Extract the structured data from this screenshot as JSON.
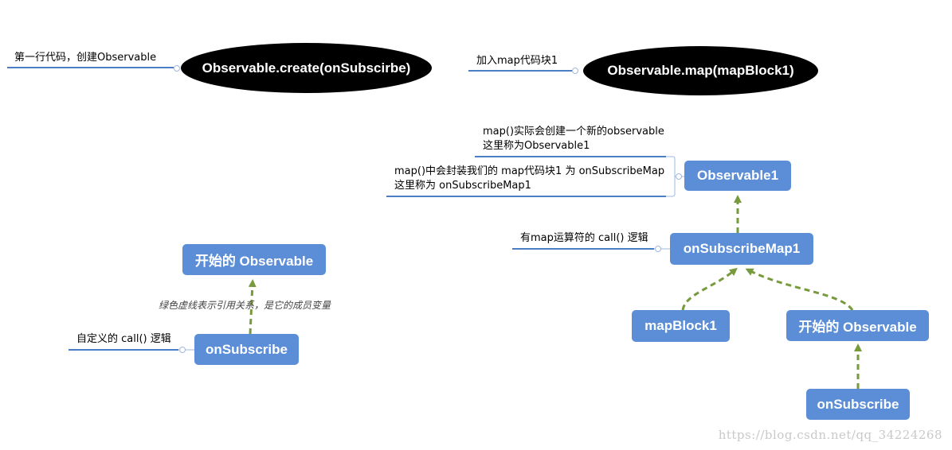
{
  "left_branch": {
    "create_node": "Observable.create(onSubscirbe)",
    "create_label": "第一行代码，创建Observable",
    "start_observable": "开始的 Observable",
    "on_subscribe": "onSubscribe",
    "on_subscribe_label": "自定义的 call() 逻辑",
    "reference_note": "绿色虚线表示引用关系，是它的成员变量"
  },
  "right_branch": {
    "map_node": "Observable.map(mapBlock1)",
    "map_label": "加入map代码块1",
    "observable1": "Observable1",
    "observable1_label_line1": "map()实际会创建一个新的observable",
    "observable1_label_line2": "这里称为Observable1",
    "onsubscribemap_desc_line1": "map()中会封装我们的 map代码块1 为 onSubscribeMap",
    "onsubscribemap_desc_line2": "这里称为 onSubscribeMap1",
    "on_subscribe_map1": "onSubscribeMap1",
    "on_subscribe_map1_label": "有map运算符的 call() 逻辑",
    "map_block1": "mapBlock1",
    "start_observable": "开始的 Observable",
    "on_subscribe": "onSubscribe"
  },
  "watermark": "https://blog.csdn.net/qq_34224268",
  "colors": {
    "node_blue": "#5b8ed6",
    "ellipse_black": "#000000",
    "link_green": "#779a3c",
    "underline_blue": "#4a7fc4"
  }
}
